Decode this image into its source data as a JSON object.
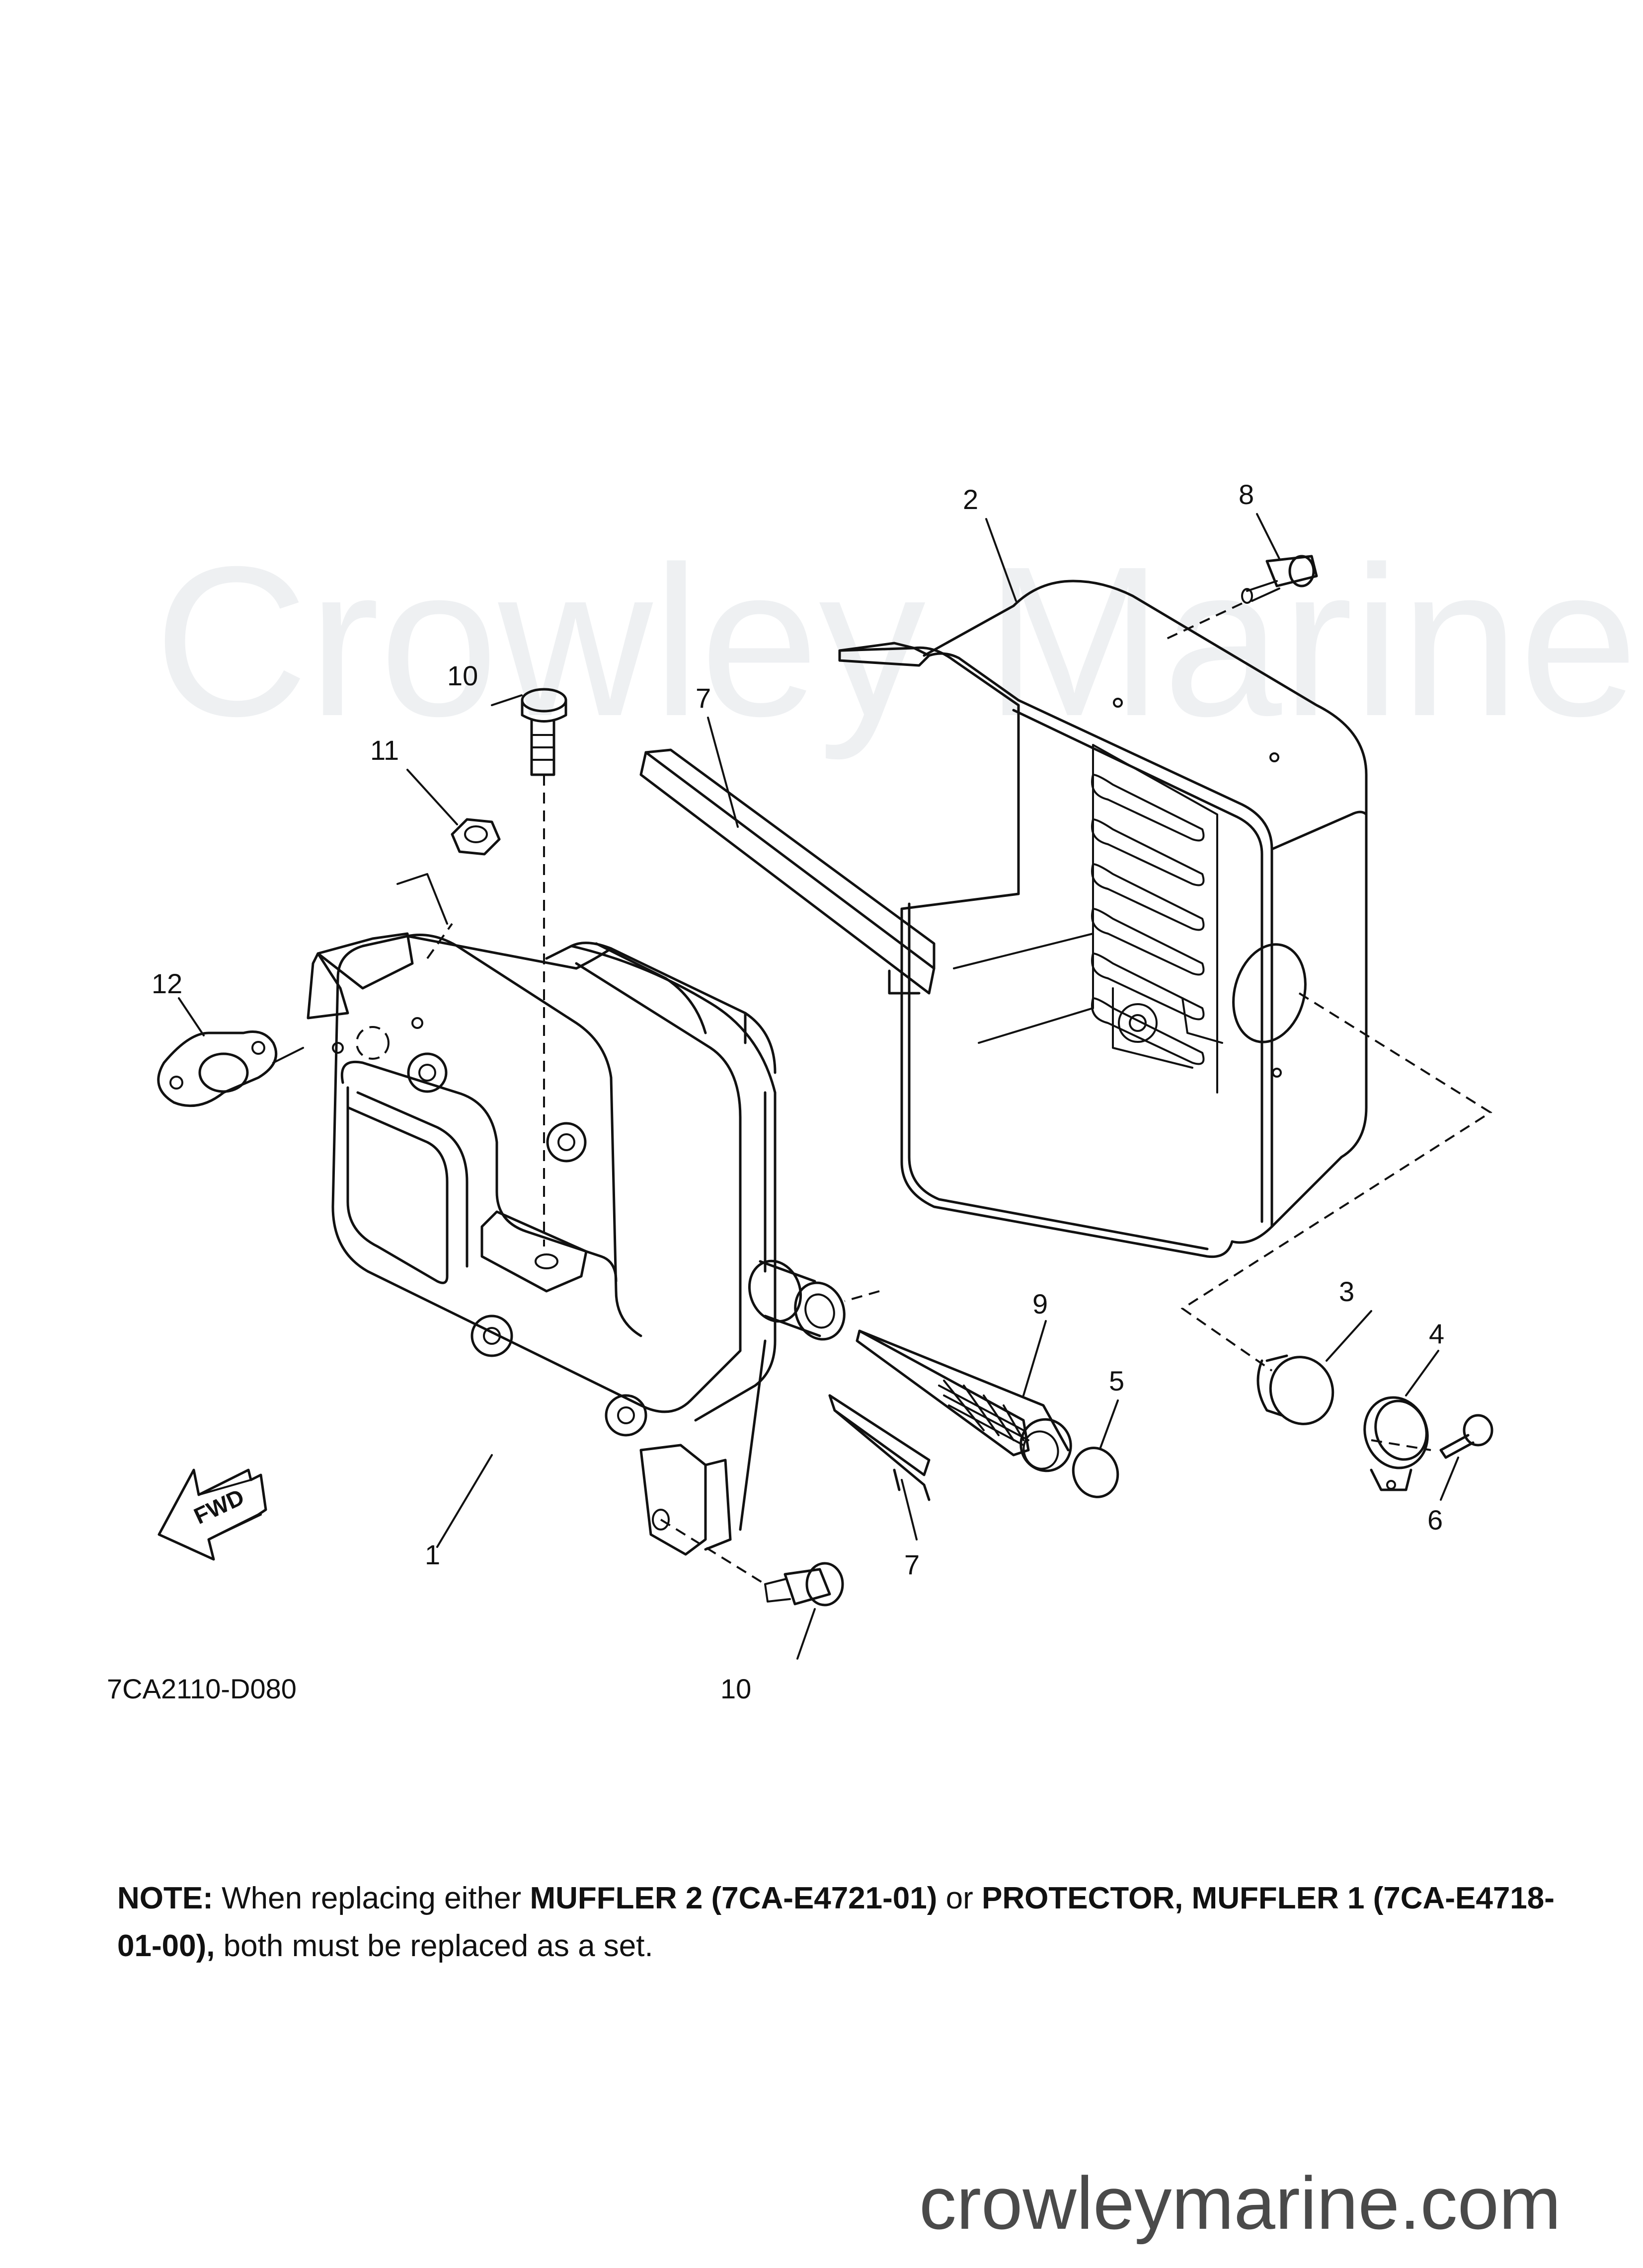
{
  "watermark": "Crowley Marine",
  "diagram_code": "7CA2110-D080",
  "fwd_label": "FWD",
  "callouts": {
    "c1": "1",
    "c2": "2",
    "c3": "3",
    "c4": "4",
    "c5": "5",
    "c6": "6",
    "c7a": "7",
    "c7b": "7",
    "c8": "8",
    "c9": "9",
    "c10a": "10",
    "c10b": "10",
    "c11": "11",
    "c12": "12"
  },
  "note": {
    "label": "NOTE:",
    "t1": " When replacing either ",
    "b1": "MUFFLER 2 (7CA-E4721-01)",
    "t2": " or ",
    "b2": "PROTECTOR, MUFFLER 1 (7CA-E4718-01-00),",
    "t3": " both must be replaced as a set."
  },
  "site": "crowleymarine.com"
}
